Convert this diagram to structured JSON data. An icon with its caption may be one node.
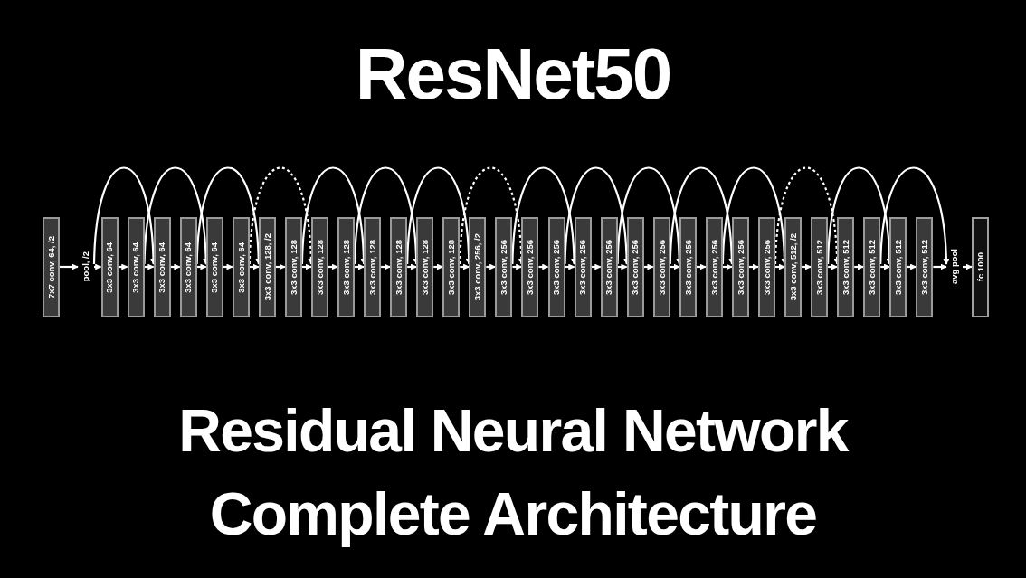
{
  "diagram": {
    "title": "ResNet50",
    "caption": "Residual Neural Network Complete Architecture",
    "nodes": [
      {
        "text": [
          "7x7 conv, 64, /2"
        ]
      },
      {
        "text": [
          "pool, /2"
        ]
      },
      {
        "text": [
          "3x3 conv, 64"
        ]
      },
      {
        "text": [
          "3x3 conv, 64"
        ]
      },
      {
        "text": [
          "3x3 conv, 64"
        ]
      },
      {
        "text": [
          "3x3 conv, 64"
        ]
      },
      {
        "text": [
          "3x3 conv, 64"
        ]
      },
      {
        "text": [
          "3x3 conv, 64"
        ]
      },
      {
        "text": [
          "3x3 conv, 128, /2"
        ]
      },
      {
        "text": [
          "3x3 conv, 128"
        ]
      },
      {
        "text": [
          "3x3 conv, 128"
        ]
      },
      {
        "text": [
          "3x3 conv, 128"
        ]
      },
      {
        "text": [
          "3x3 conv, 128"
        ]
      },
      {
        "text": [
          "3x3 conv, 128"
        ]
      },
      {
        "text": [
          "3x3 conv, 128"
        ]
      },
      {
        "text": [
          "3x3 conv, 128"
        ]
      },
      {
        "text": [
          "3x3 conv, 256, /2"
        ]
      },
      {
        "text": [
          "3x3 conv, 256"
        ]
      },
      {
        "text": [
          "3x3 conv, 256"
        ]
      },
      {
        "text": [
          "3x3 conv, 256"
        ]
      },
      {
        "text": [
          "3x3 conv, 256"
        ]
      },
      {
        "text": [
          "3x3 conv, 256"
        ]
      },
      {
        "text": [
          "3x3 conv, 256"
        ]
      },
      {
        "text": [
          "3x3 conv, 256"
        ]
      },
      {
        "text": [
          "3x3 conv, 256"
        ]
      },
      {
        "text": [
          "3x3 conv, 256"
        ]
      },
      {
        "text": [
          "3x3 conv, 256"
        ]
      },
      {
        "text": [
          "3x3 conv, 256"
        ]
      },
      {
        "text": [
          "3x3 conv, 512, /2"
        ]
      },
      {
        "text": [
          "3x3 conv, 512"
        ]
      },
      {
        "text": [
          "3x3 conv, 512"
        ]
      },
      {
        "text": [
          "3x3 conv, 512"
        ]
      },
      {
        "text": [
          "3x3 conv, 512"
        ]
      },
      {
        "text": [
          "3x3 conv, 512"
        ]
      },
      {
        "text": [
          "avg pool"
        ]
      },
      {
        "text": [
          "fc 1000"
        ]
      }
    ],
    "edges": [
      {
        "from": 0,
        "to": 1,
        "arrow": "to"
      },
      {
        "from": 1,
        "to": 2,
        "arrow": "to"
      },
      {
        "from": 2,
        "to": 3,
        "arrow": "to"
      },
      {
        "from": 3,
        "to": 4,
        "arrow": "to"
      },
      {
        "from": 4,
        "to": 5,
        "arrow": "to"
      },
      {
        "from": 5,
        "to": 6,
        "arrow": "to"
      },
      {
        "from": 6,
        "to": 7,
        "arrow": "to"
      },
      {
        "from": 7,
        "to": 8,
        "arrow": "to"
      },
      {
        "from": 8,
        "to": 9,
        "arrow": "to"
      },
      {
        "from": 9,
        "to": 10,
        "arrow": "to"
      },
      {
        "from": 10,
        "to": 11,
        "arrow": "to"
      },
      {
        "from": 11,
        "to": 12,
        "arrow": "to"
      },
      {
        "from": 12,
        "to": 13,
        "arrow": "to"
      },
      {
        "from": 13,
        "to": 14,
        "arrow": "to"
      },
      {
        "from": 14,
        "to": 15,
        "arrow": "to"
      },
      {
        "from": 15,
        "to": 16,
        "arrow": "to"
      },
      {
        "from": 16,
        "to": 17,
        "arrow": "to"
      },
      {
        "from": 17,
        "to": 18,
        "arrow": "to"
      },
      {
        "from": 18,
        "to": 19,
        "arrow": "to"
      },
      {
        "from": 19,
        "to": 20,
        "arrow": "to"
      },
      {
        "from": 20,
        "to": 21,
        "arrow": "to"
      },
      {
        "from": 21,
        "to": 22,
        "arrow": "to"
      },
      {
        "from": 22,
        "to": 23,
        "arrow": "to"
      },
      {
        "from": 23,
        "to": 24,
        "arrow": "to"
      },
      {
        "from": 24,
        "to": 25,
        "arrow": "to"
      },
      {
        "from": 25,
        "to": 26,
        "arrow": "to"
      },
      {
        "from": 26,
        "to": 27,
        "arrow": "to"
      },
      {
        "from": 27,
        "to": 28,
        "arrow": "to"
      },
      {
        "from": 28,
        "to": 29,
        "arrow": "to"
      },
      {
        "from": 29,
        "to": 30,
        "arrow": "to"
      },
      {
        "from": 30,
        "to": 31,
        "arrow": "to"
      },
      {
        "from": 31,
        "to": 32,
        "arrow": "to"
      },
      {
        "from": 32,
        "to": 33,
        "arrow": "to"
      },
      {
        "from": 33,
        "to": 34,
        "arrow": "to"
      },
      {
        "from": 34,
        "to": 35,
        "arrow": "to"
      },
      {
        "from": 1,
        "to": 4,
        "arrow": "to"
      },
      {
        "from": 3,
        "to": 6,
        "arrow": "to"
      },
      {
        "from": 5,
        "to": 8,
        "arrow": "to"
      },
      {
        "from": 7,
        "to": 10,
        "arrow": "to",
        "style": "dashed"
      },
      {
        "from": 9,
        "to": 12,
        "arrow": "to"
      },
      {
        "from": 11,
        "to": 14,
        "arrow": "to"
      },
      {
        "from": 13,
        "to": 16,
        "arrow": "to"
      },
      {
        "from": 15,
        "to": 18,
        "arrow": "to",
        "style": "dashed"
      },
      {
        "from": 17,
        "to": 20,
        "arrow": "to"
      },
      {
        "from": 19,
        "to": 22,
        "arrow": "to"
      },
      {
        "from": 21,
        "to": 24,
        "arrow": "to"
      },
      {
        "from": 23,
        "to": 26,
        "arrow": "to"
      },
      {
        "from": 25,
        "to": 28,
        "arrow": "to"
      },
      {
        "from": 27,
        "to": 30,
        "arrow": "to",
        "style": "dashed"
      },
      {
        "from": 29,
        "to": 32,
        "arrow": "to"
      },
      {
        "from": 31,
        "to": 34,
        "arrow": "to"
      }
    ]
  }
}
